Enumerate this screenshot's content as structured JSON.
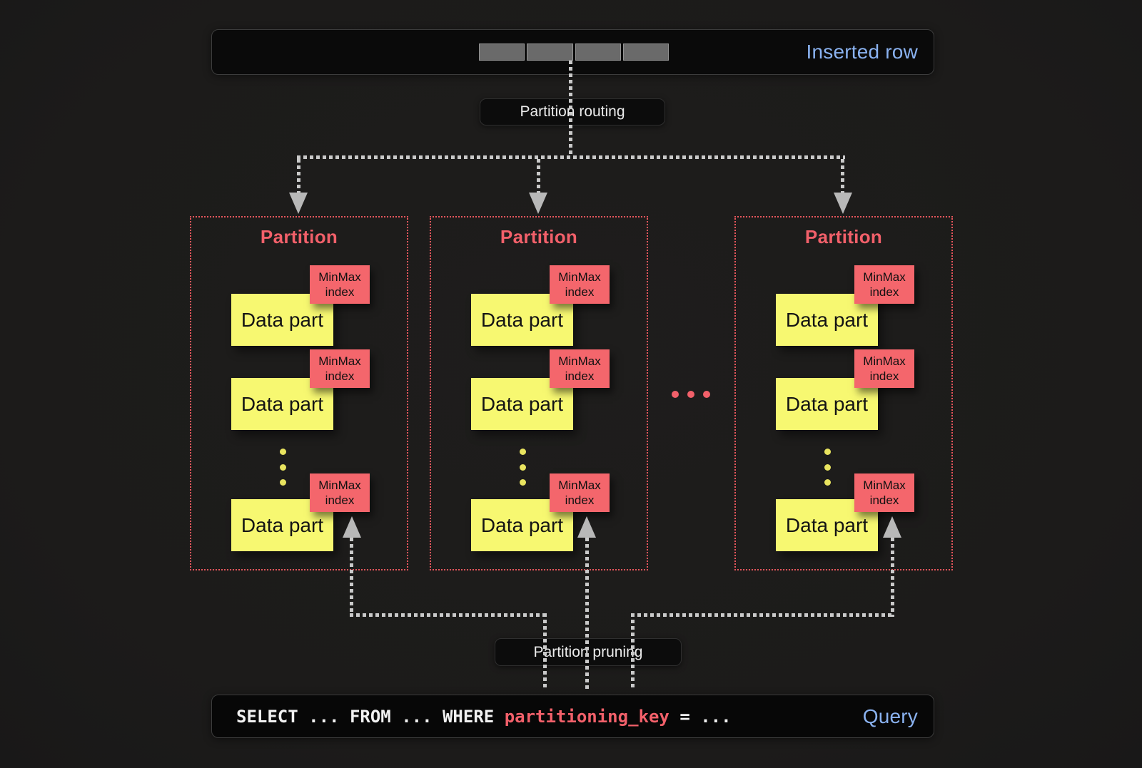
{
  "inserted_row": {
    "label": "Inserted row",
    "segment_count": 4
  },
  "routing_label": "Partition routing",
  "pruning_label": "Partition pruning",
  "ellipsis": "...",
  "partitions": [
    {
      "title": "Partition",
      "parts": [
        {
          "label": "Data part",
          "index_label": "MinMax index"
        },
        {
          "label": "Data part",
          "index_label": "MinMax index"
        },
        {
          "label": "Data part",
          "index_label": "MinMax index"
        }
      ]
    },
    {
      "title": "Partition",
      "parts": [
        {
          "label": "Data part",
          "index_label": "MinMax index"
        },
        {
          "label": "Data part",
          "index_label": "MinMax index"
        },
        {
          "label": "Data part",
          "index_label": "MinMax index"
        }
      ]
    },
    {
      "title": "Partition",
      "parts": [
        {
          "label": "Data part",
          "index_label": "MinMax index"
        },
        {
          "label": "Data part",
          "index_label": "MinMax index"
        },
        {
          "label": "Data part",
          "index_label": "MinMax index"
        }
      ]
    }
  ],
  "query": {
    "sql_before": "SELECT ... FROM ... WHERE ",
    "sql_key": "partitioning_key",
    "sql_after": " = ...",
    "label": "Query"
  },
  "colors": {
    "background": "#1d1c1b",
    "panel_bg": "#0a0a0a",
    "panel_border": "#3c3c3c",
    "accent_red": "#f2606a",
    "minmax_bg": "#f4666c",
    "data_part_yellow": "#f7f871",
    "yellow_dot": "#e9e45f",
    "label_blue": "#8ab2f0",
    "line_gray": "#c9c9c9",
    "arrow_gray": "#b8b8b8",
    "segment_gray": "#6a6a6a"
  }
}
